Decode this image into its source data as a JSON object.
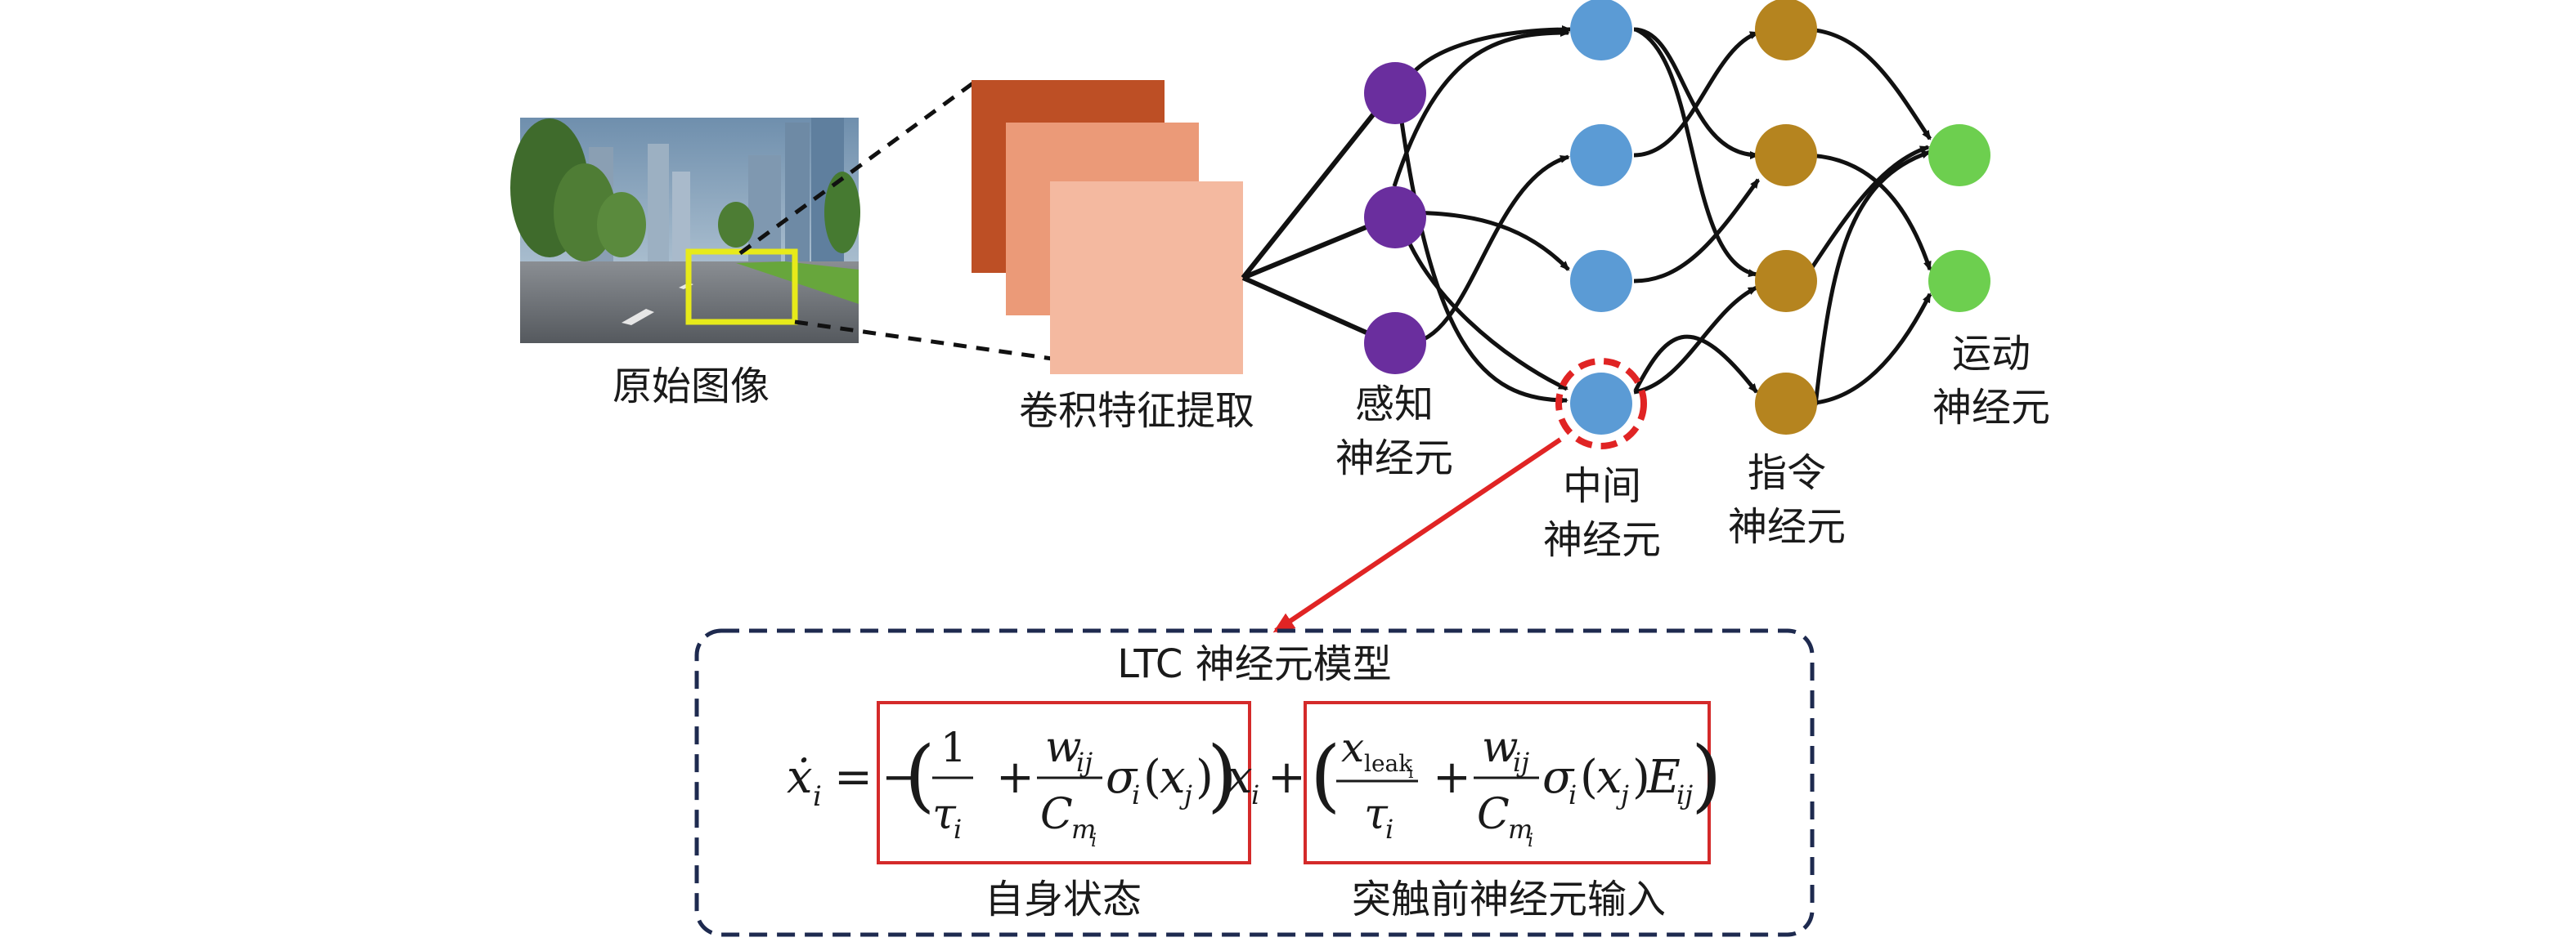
{
  "labels": {
    "original_image": "原始图像",
    "conv_features": "卷积特征提取",
    "sensory_neurons": [
      "感知",
      "神经元"
    ],
    "inter_neurons": [
      "中间",
      "神经元"
    ],
    "command_neurons": [
      "指令",
      "神经元"
    ],
    "motor_neurons": [
      "运动",
      "神经元"
    ]
  },
  "ltc_model": {
    "title": "LTC 神经元模型",
    "self_state_label": "自身状态",
    "presynaptic_input_label": "突触前神经元输入"
  },
  "formula": {
    "lhs": "ẋ",
    "lhs_sub": "i",
    "eq": "=",
    "minus": "−",
    "one": "1",
    "tau": "τ",
    "tau_sub": "i",
    "plus": "+",
    "w": "w",
    "w_sub": "ij",
    "C": "C",
    "C_sub": "m",
    "C_subsub": "i",
    "sigma": "σ",
    "sigma_sub": "i",
    "x": "x",
    "x_sub_j": "j",
    "x_sub_i": "i",
    "x_leak": "x",
    "leak_sub": "leak",
    "leak_subsub": "i",
    "E": "E",
    "E_sub": "ij"
  },
  "colors": {
    "sensory": "#6a2e9e",
    "inter": "#5b9bd5",
    "command": "#b5841f",
    "motor": "#6dcf4f",
    "feature_dark": "#bd4f25",
    "feature_mid": "#eb9a78",
    "feature_light": "#f4b9a0",
    "highlight_red": "#e02424",
    "box_red": "#d42a2a",
    "dash_navy": "#1e2a4f",
    "yellow_box": "#e7ea1a"
  }
}
